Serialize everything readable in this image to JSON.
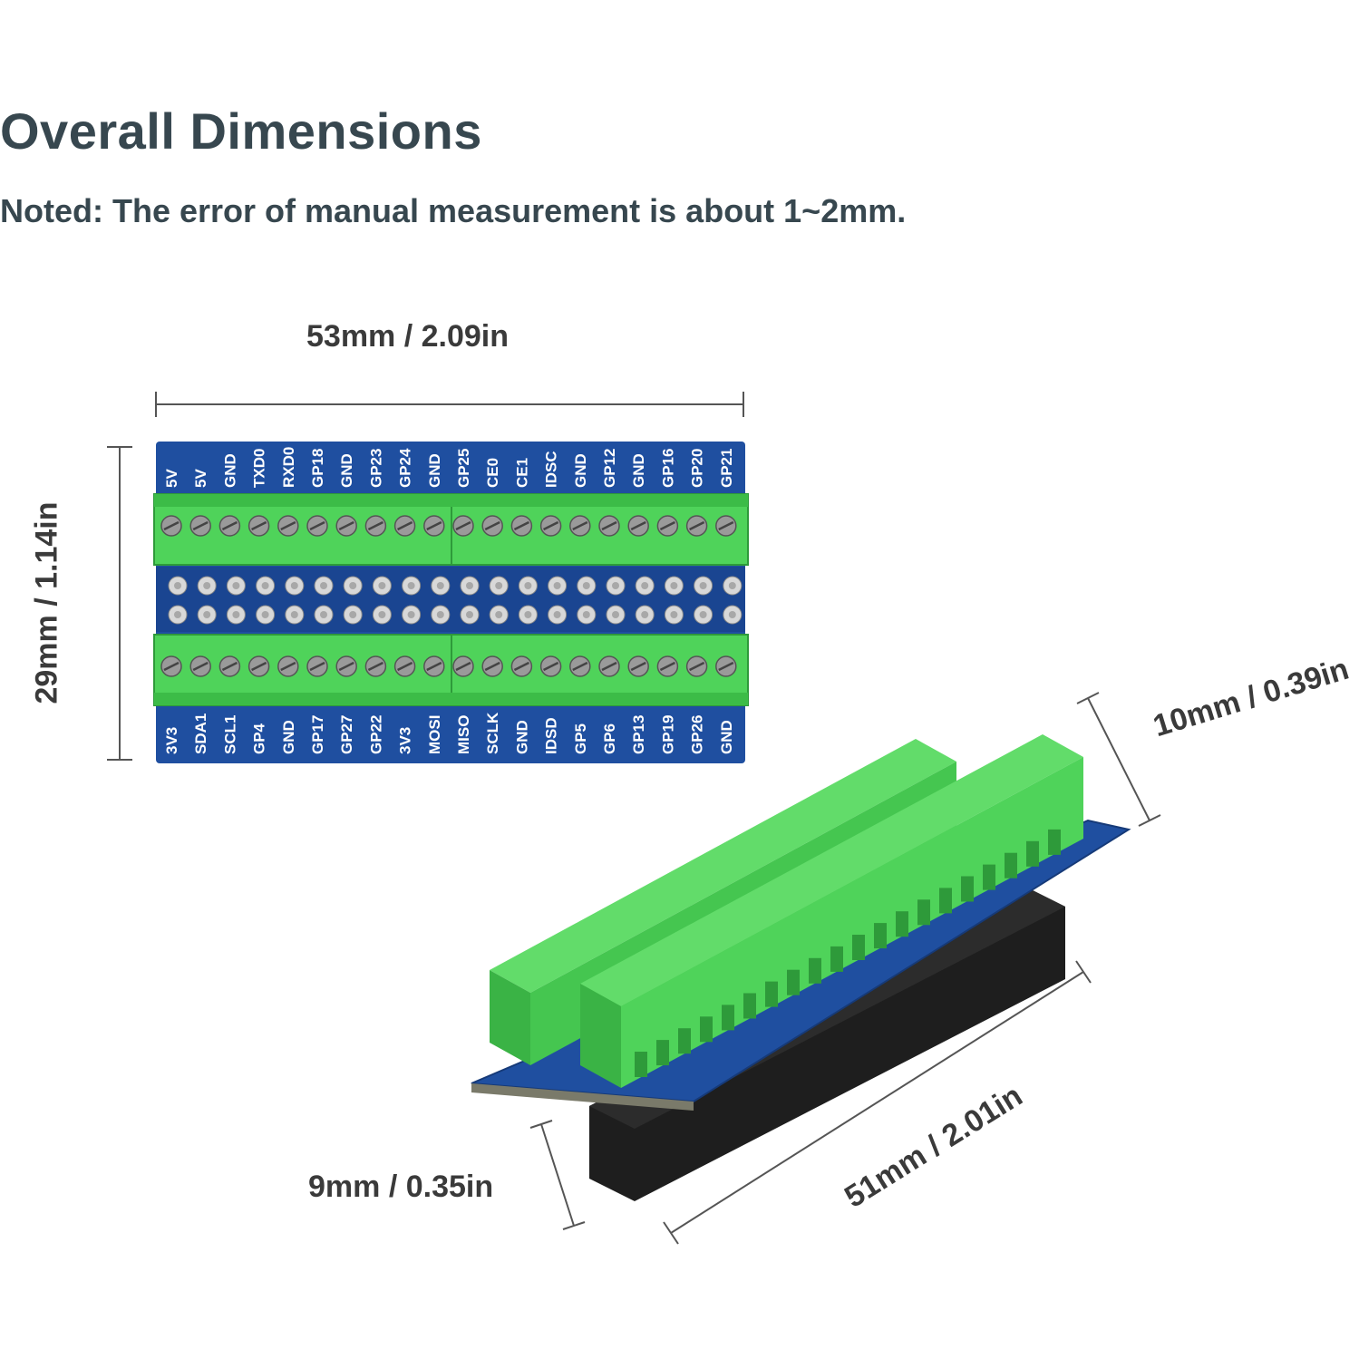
{
  "title": "Overall Dimensions",
  "note": "Noted: The error of manual measurement is about 1~2mm.",
  "dimensions": {
    "width": "53mm / 2.09in",
    "height": "29mm / 1.14in",
    "terminal_height": "10mm / 0.39in",
    "pin_length": "9mm / 0.35in",
    "length": "51mm / 2.01in"
  },
  "top_pin_labels": [
    "5V",
    "5V",
    "GND",
    "TXD0",
    "RXD0",
    "GP18",
    "GND",
    "GP23",
    "GP24",
    "GND",
    "GP25",
    "CE0",
    "CE1",
    "IDSC",
    "GND",
    "GP12",
    "GND",
    "GP16",
    "GP20",
    "GP21"
  ],
  "bottom_pin_labels": [
    "3V3",
    "SDA1",
    "SCL1",
    "GP4",
    "GND",
    "GP17",
    "GP27",
    "GP22",
    "3V3",
    "MOSI",
    "MISO",
    "SCLK",
    "GND",
    "IDSD",
    "GP5",
    "GP6",
    "GP13",
    "GP19",
    "GP26",
    "GND"
  ],
  "colors": {
    "pcb": "#1f4fa0",
    "terminal": "#4fd35a",
    "text": "#37474f"
  }
}
